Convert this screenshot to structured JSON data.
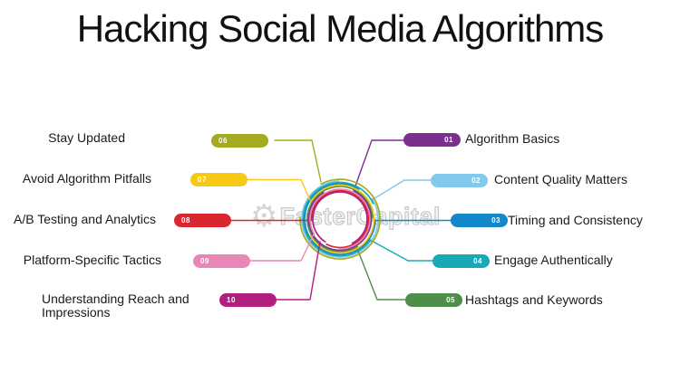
{
  "title": "Hacking Social Media Algorithms",
  "watermark": {
    "text": "FasterCapital"
  },
  "items": [
    {
      "number": "01",
      "label": "Algorithm Basics",
      "color": "#7c2f8e",
      "side": "right"
    },
    {
      "number": "02",
      "label": "Content Quality Matters",
      "color": "#82c9ec",
      "side": "right"
    },
    {
      "number": "03",
      "label": "Timing and Consistency",
      "color": "#1287ca",
      "side": "right"
    },
    {
      "number": "04",
      "label": "Engage Authentically",
      "color": "#18a9b6",
      "side": "right"
    },
    {
      "number": "05",
      "label": "Hashtags and Keywords",
      "color": "#4f8d4b",
      "side": "right"
    },
    {
      "number": "06",
      "label": "Stay Updated",
      "color": "#a5ab21",
      "side": "left"
    },
    {
      "number": "07",
      "label": "Avoid Algorithm Pitfalls",
      "color": "#f8c913",
      "side": "left"
    },
    {
      "number": "08",
      "label": "A/B Testing and Analytics",
      "color": "#d8272e",
      "side": "left"
    },
    {
      "number": "09",
      "label": "Platform-Specific Tactics",
      "color": "#e986b8",
      "side": "left"
    },
    {
      "number": "10",
      "label": "Understanding Reach and Impressions",
      "color": "#b2207f",
      "side": "left"
    }
  ],
  "colors": {
    "background": "#ffffff",
    "title_text": "#111111",
    "label_text": "#1a1a1a",
    "badge_number_text": "#ffffff",
    "watermark": "#c6c6c6"
  }
}
